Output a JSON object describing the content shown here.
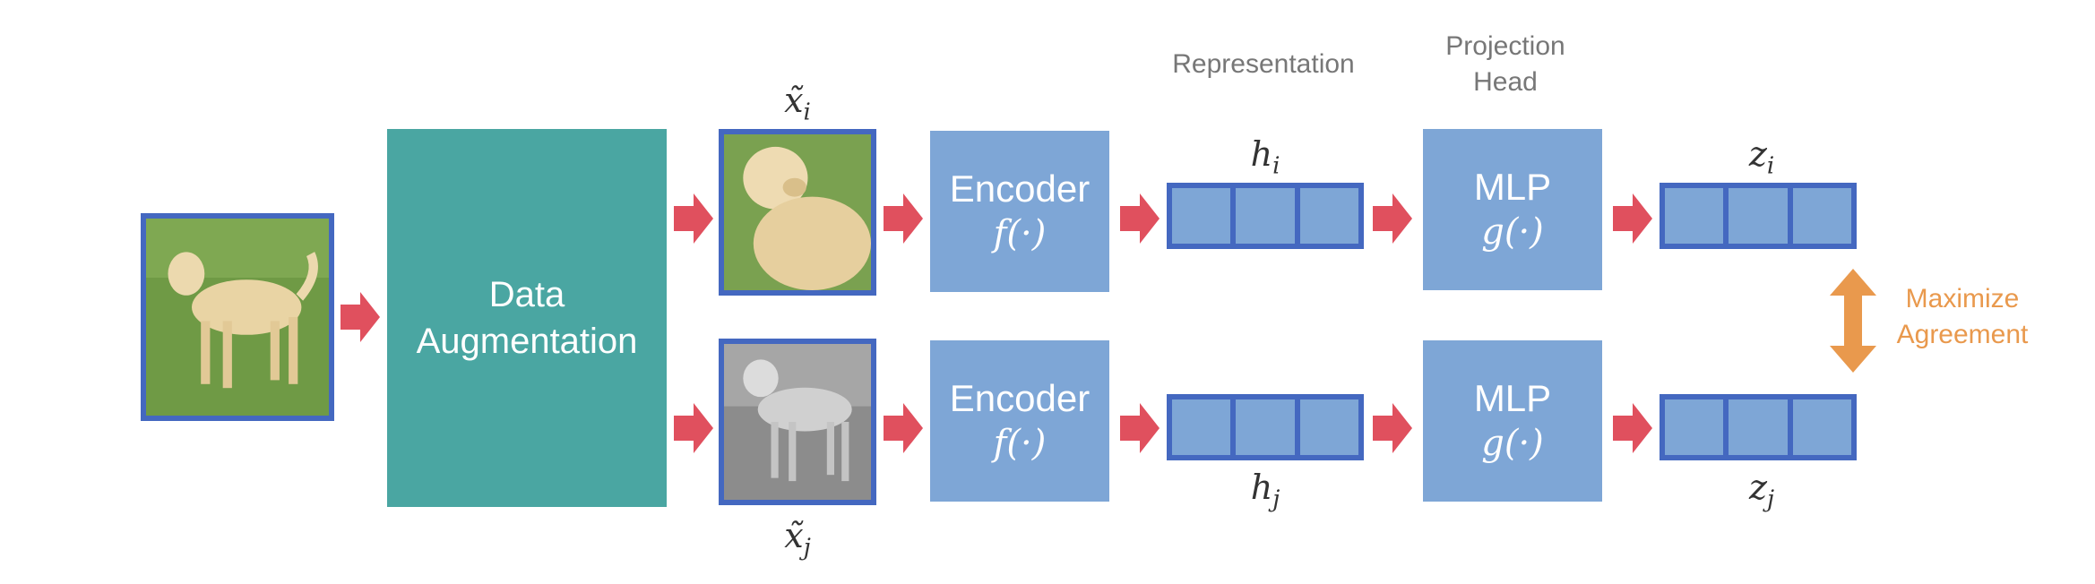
{
  "augmentation_label_line1": "Data",
  "augmentation_label_line2": "Augmentation",
  "representation_label": "Representation",
  "projection_label_line1": "Projection",
  "projection_label_line2": "Head",
  "maximize_label_line1": "Maximize",
  "maximize_label_line2": "Agreement",
  "top_branch": {
    "augmented_symbol": "x̃",
    "augmented_subscript": "i",
    "encoder_label": "Encoder",
    "encoder_func": "f(·)",
    "rep_symbol": "h",
    "rep_subscript": "i",
    "mlp_label": "MLP",
    "mlp_func": "g(·)",
    "proj_symbol": "z",
    "proj_subscript": "i"
  },
  "bottom_branch": {
    "augmented_symbol": "x̃",
    "augmented_subscript": "j",
    "encoder_label": "Encoder",
    "encoder_func": "f(·)",
    "rep_symbol": "h",
    "rep_subscript": "j",
    "mlp_label": "MLP",
    "mlp_func": "g(·)",
    "proj_symbol": "z",
    "proj_subscript": "j"
  },
  "colors": {
    "augmentation_block": "#4aa6a2",
    "network_block": "#7ea6d6",
    "vector_border": "#4468c0",
    "arrow": "#e0505e",
    "agreement": "#e9994d"
  }
}
